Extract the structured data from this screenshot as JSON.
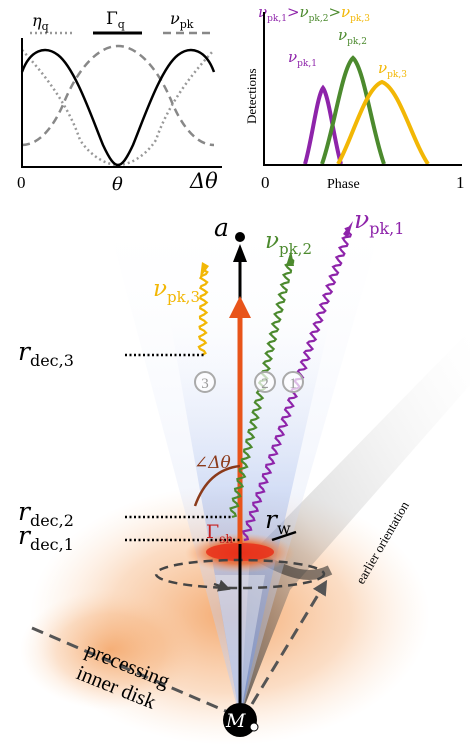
{
  "top_left_chart": {
    "legend": {
      "eta_q": {
        "sym": "η",
        "sub": "q"
      },
      "gamma_q": {
        "sym": "Γ",
        "sub": "q"
      },
      "nu_pk": {
        "sym": "ν",
        "sub": "pk"
      }
    },
    "x_axis": {
      "tick_start": "0",
      "center_label": "θ",
      "end_label": "Δθ"
    },
    "curves": {
      "gamma_q": {
        "style": "solid",
        "color": "#000000"
      },
      "eta_q": {
        "style": "dotted",
        "color": "#999999"
      },
      "nu_pk": {
        "style": "dashed",
        "color": "#888888"
      }
    }
  },
  "top_right_chart": {
    "title_parts": [
      {
        "sym": "ν",
        "sub": "pk,1",
        "color": "#8e24aa"
      },
      {
        "text": ">",
        "color": "#8e24aa"
      },
      {
        "sym": "ν",
        "sub": "pk,2",
        "color": "#4c8a2e"
      },
      {
        "text": ">",
        "color": "#4c8a2e"
      },
      {
        "sym": "ν",
        "sub": "pk,3",
        "color": "#f2b705"
      }
    ],
    "ylabel": "Detections",
    "xlabel": "Phase",
    "x_tick_start": "0",
    "x_tick_end": "1",
    "curve_labels": [
      {
        "sym": "ν",
        "sub": "pk,1",
        "color": "#8e24aa"
      },
      {
        "sym": "ν",
        "sub": "pk,2",
        "color": "#4c8a2e"
      },
      {
        "sym": "ν",
        "sub": "pk,3",
        "color": "#f2b705"
      }
    ]
  },
  "diagram": {
    "axis_label": "a",
    "mass_label": "M",
    "gamma_sh": {
      "sym": "Γ",
      "sub": "sh"
    },
    "r_w": {
      "sym": "r",
      "sub": "w"
    },
    "angle_label": "∠Δθ",
    "earlier_orientation": "earlier orientation",
    "precessing_line1": "precessing",
    "precessing_line2": "inner disk",
    "radii": [
      {
        "sym": "r",
        "sub": "dec,3"
      },
      {
        "sym": "r",
        "sub": "dec,2"
      },
      {
        "sym": "r",
        "sub": "dec,1"
      }
    ],
    "rays": [
      {
        "sym": "ν",
        "sub": "pk,1",
        "color": "#8e24aa",
        "circle": "1"
      },
      {
        "sym": "ν",
        "sub": "pk,2",
        "color": "#4c8a2e",
        "circle": "2"
      },
      {
        "sym": "ν",
        "sub": "pk,3",
        "color": "#f2b705",
        "circle": "3"
      }
    ],
    "colors": {
      "jet": "#e8541a",
      "axis": "#000000",
      "cone_blue": "#6f8fd8",
      "disk_orange": "#f08a3a"
    }
  }
}
